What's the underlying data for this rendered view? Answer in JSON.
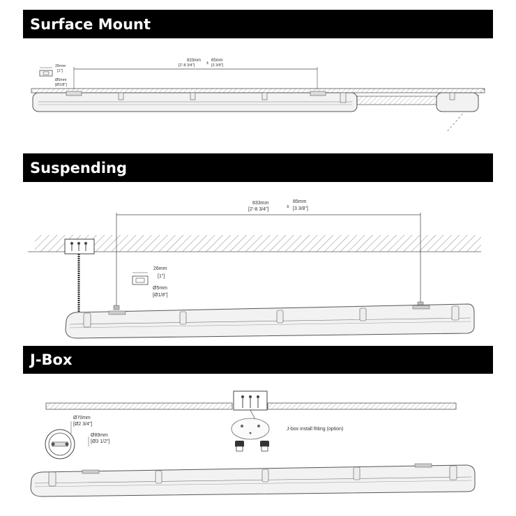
{
  "sections": {
    "surface": {
      "title": "Surface Mount",
      "spacing": "833mm",
      "spacing_imperial": "[2'-8 3/4\"]",
      "tolerance": "85mm",
      "tolerance_imperial": "[3 3/8\"]",
      "clip_width": "26mm",
      "clip_width_imperial": "[1\"]",
      "hole": "Ø5mm",
      "hole_imperial": "[Ø1/8\"]"
    },
    "suspending": {
      "title": "Suspending",
      "spacing": "833mm",
      "spacing_imperial": "[2'-8 3/4\"]",
      "tolerance": "85mm",
      "tolerance_imperial": "[3 3/8\"]",
      "clip_width": "26mm",
      "clip_width_imperial": "[1\"]",
      "hole": "Ø5mm",
      "hole_imperial": "[Ø1/8\"]"
    },
    "jbox": {
      "title": "J-Box",
      "inner_dia": "Ø70mm",
      "inner_dia_imperial": "[Ø2 3/4\"]",
      "outer_dia": "Ø89mm",
      "outer_dia_imperial": "[Ø3 1/2\"]",
      "fitting_label": "J-box install fitting (option)"
    }
  }
}
